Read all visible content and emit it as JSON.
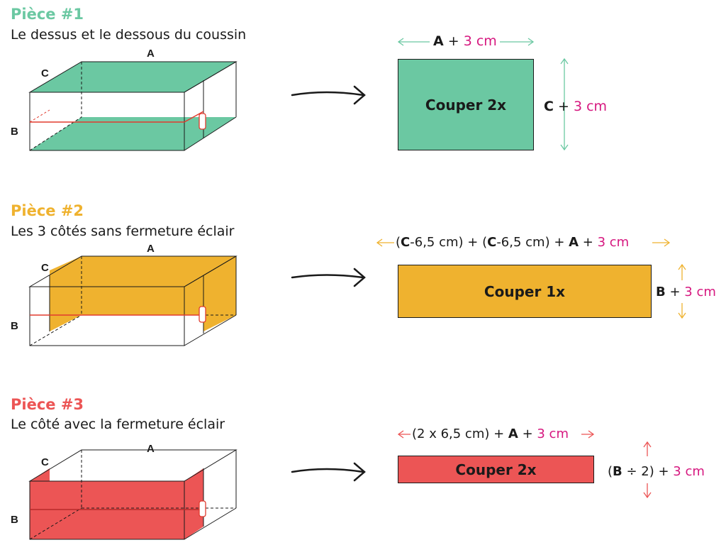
{
  "colors": {
    "green": "#6bc8a2",
    "yellow": "#efb22f",
    "red": "#ec5555",
    "pink": "#d6177f",
    "zip": "#e23b2e"
  },
  "pieces": [
    {
      "title": "Pièce #1",
      "subtitle": "Le dessus et le dessous du coussin",
      "cut": "Couper 2x",
      "width_label": {
        "pre": "",
        "bold": "A",
        "mid": " + ",
        "pink": "3 cm"
      },
      "height_label": {
        "bold": "C",
        "mid": " + ",
        "pink": "3 cm"
      }
    },
    {
      "title": "Pièce #2",
      "subtitle": "Les 3 côtés sans fermeture éclair",
      "cut": "Couper 1x",
      "width_label": {
        "p1": "(",
        "b1": "C",
        "p2": "-6,5 cm) + (",
        "b2": "C",
        "p3": "-6,5 cm) + ",
        "b3": "A",
        "p4": " + ",
        "pink": "3 cm"
      },
      "height_label": {
        "bold": "B",
        "mid": " + ",
        "pink": "3 cm"
      }
    },
    {
      "title": "Pièce #3",
      "subtitle": "Le côté avec la fermeture éclair",
      "cut": "Couper 2x",
      "width_label": {
        "p1": "(2 x 6,5 cm) + ",
        "b1": "A",
        "p2": " + ",
        "pink": "3 cm"
      },
      "height_label": {
        "p1": "(",
        "b1": "B",
        "p2": " ÷ 2) + ",
        "pink": "3 cm"
      }
    }
  ],
  "box_labels": {
    "a": "A",
    "b": "B",
    "c": "C"
  }
}
